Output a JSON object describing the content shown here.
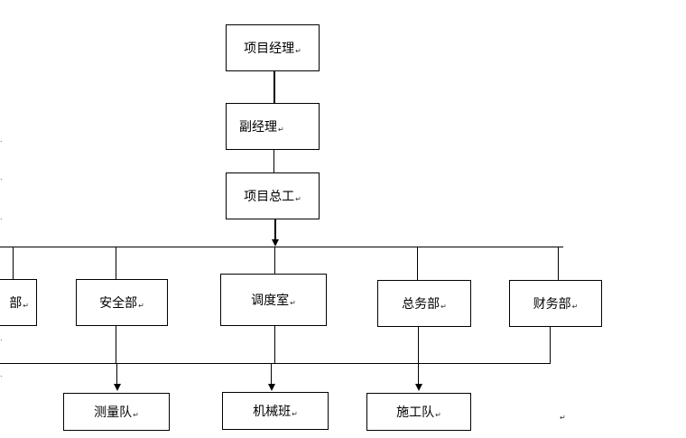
{
  "diagram": {
    "mark": "↵",
    "nodes": {
      "manager": "项目经理",
      "deputy": "副经理",
      "chief_engineer": "项目总工",
      "left_partial": "部",
      "safety": "安全部",
      "dispatch": "调度室",
      "general_affairs": "总务部",
      "finance": "财务部",
      "survey": "测量队",
      "machinery": "机械班",
      "construction": "施工队"
    }
  }
}
